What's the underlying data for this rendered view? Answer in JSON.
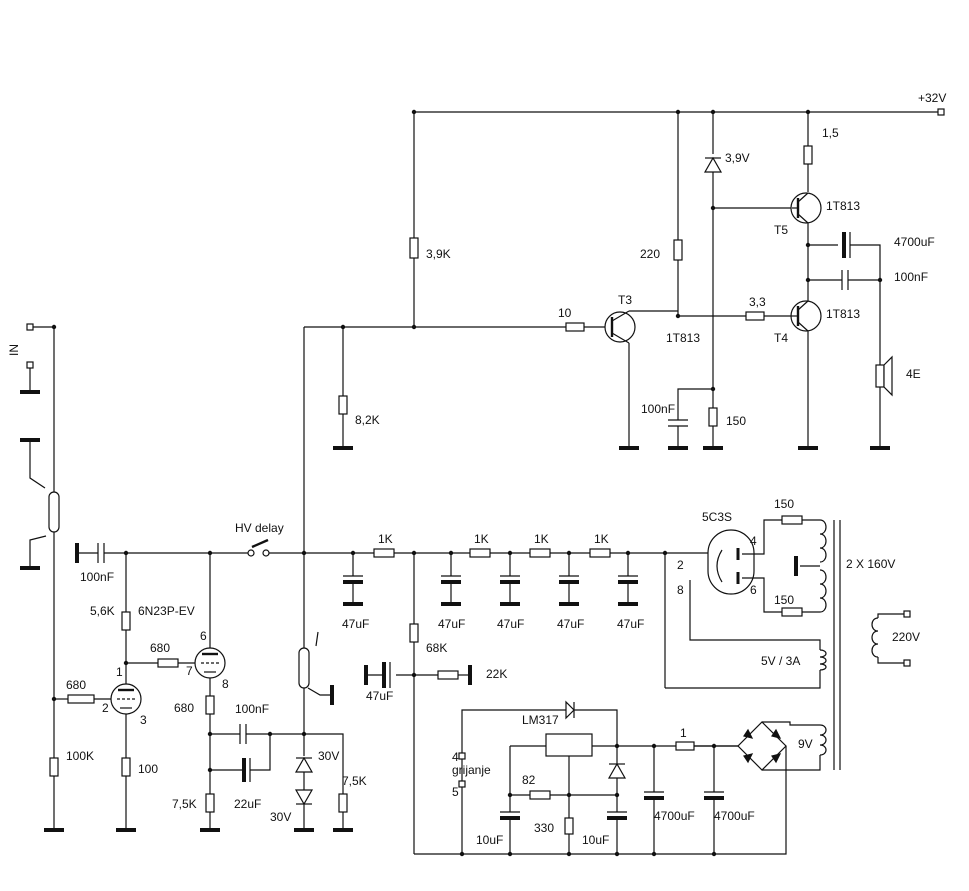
{
  "labels": {
    "supply": "+32V",
    "input": "IN",
    "r_1_5": "1,5",
    "z_3_9v": "3,9V",
    "t5_type": "1T813",
    "t5": "T5",
    "c_4700uf_out": "4700uF",
    "c_100nf_zobel": "100nF",
    "r_3_9k": "3,9K",
    "r_220": "220",
    "r_10": "10",
    "t3": "T3",
    "t3_type": "1T813",
    "r_3_3": "3,3",
    "t4_type": "1T813",
    "t4": "T4",
    "speaker": "4E",
    "r_8_2k": "8,2K",
    "c_100nf_t3": "100nF",
    "r_150_t3": "150",
    "hv_delay": "HV delay",
    "c_100nf_in": "100nF",
    "r_5_6k": "5,6K",
    "tube": "6N23P-EV",
    "r_680_grid": "680",
    "r_680_in": "680",
    "r_100k": "100K",
    "r_100": "100",
    "pin_6": "6",
    "pin_7": "7",
    "pin_8": "8",
    "pin_1": "1",
    "pin_2": "2",
    "pin_3": "3",
    "r_680_cath": "680",
    "c_100nf_cath": "100nF",
    "c_22uf": "22uF",
    "r_7_5k_a": "7,5K",
    "z_30v_a": "30V",
    "z_30v_b": "30V",
    "r_7_5k_b": "7,5K",
    "r_1k_a": "1K",
    "r_1k_b": "1K",
    "r_1k_c": "1K",
    "r_1k_d": "1K",
    "c_47uf_a": "47uF",
    "c_47uf_b": "47uF",
    "c_47uf_c": "47uF",
    "c_47uf_d": "47uF",
    "c_47uf_e": "47uF",
    "r_68k": "68K",
    "r_22k": "22K",
    "c_47uf_div": "47uF",
    "rect_tube": "5C3S",
    "rect_pin_2": "2",
    "rect_pin_8": "8",
    "rect_pin_4": "4",
    "rect_pin_6": "6",
    "r_150_a": "150",
    "r_150_b": "150",
    "secondary_hv": "2 X 160V",
    "mains": "220V",
    "heater": "5V / 3A",
    "lm317": "LM317",
    "heater_pin_4": "4",
    "heater_word": "grijanje",
    "heater_pin_5": "5",
    "r_82": "82",
    "r_330": "330",
    "c_10uf_a": "10uF",
    "c_10uf_b": "10uF",
    "r_1": "1",
    "c_4700uf_a": "4700uF",
    "c_4700uf_b": "4700uF",
    "secondary_lv": "9V"
  }
}
